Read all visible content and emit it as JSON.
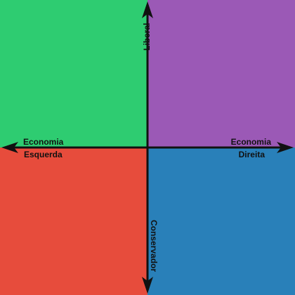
{
  "colors": {
    "top_left": "#2ecc71",
    "top_right": "#9b59b6",
    "bottom_left": "#e74c3c",
    "bottom_right": "#2980b9",
    "axis": "#111111"
  },
  "labels": {
    "left_top": "Economia",
    "left_bottom": "Esquerda",
    "right_top": "Economia",
    "right_bottom": "Direita",
    "up": "Liberal",
    "down": "Conservador"
  }
}
